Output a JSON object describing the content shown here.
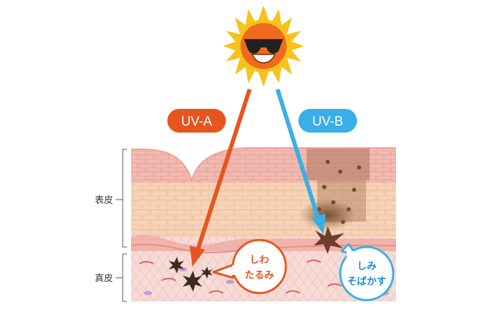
{
  "sun": {
    "icon": "sun-with-sunglasses-icon"
  },
  "uva": {
    "label": "UV-A",
    "color": "#e8541e"
  },
  "uvb": {
    "label": "UV-B",
    "color": "#3aaee6"
  },
  "layers": {
    "epidermis": "表皮",
    "dermis": "真皮"
  },
  "bubbles": {
    "uva": {
      "line1": "しわ",
      "line2": "たるみ"
    },
    "uvb": {
      "line1": "しみ",
      "line2": "そばかす"
    }
  },
  "colors": {
    "skin_pink": "#f2b9b0",
    "skin_peach": "#f6d3b6",
    "dermis": "#f7d9d4",
    "pigment": "#8a5a3c"
  }
}
